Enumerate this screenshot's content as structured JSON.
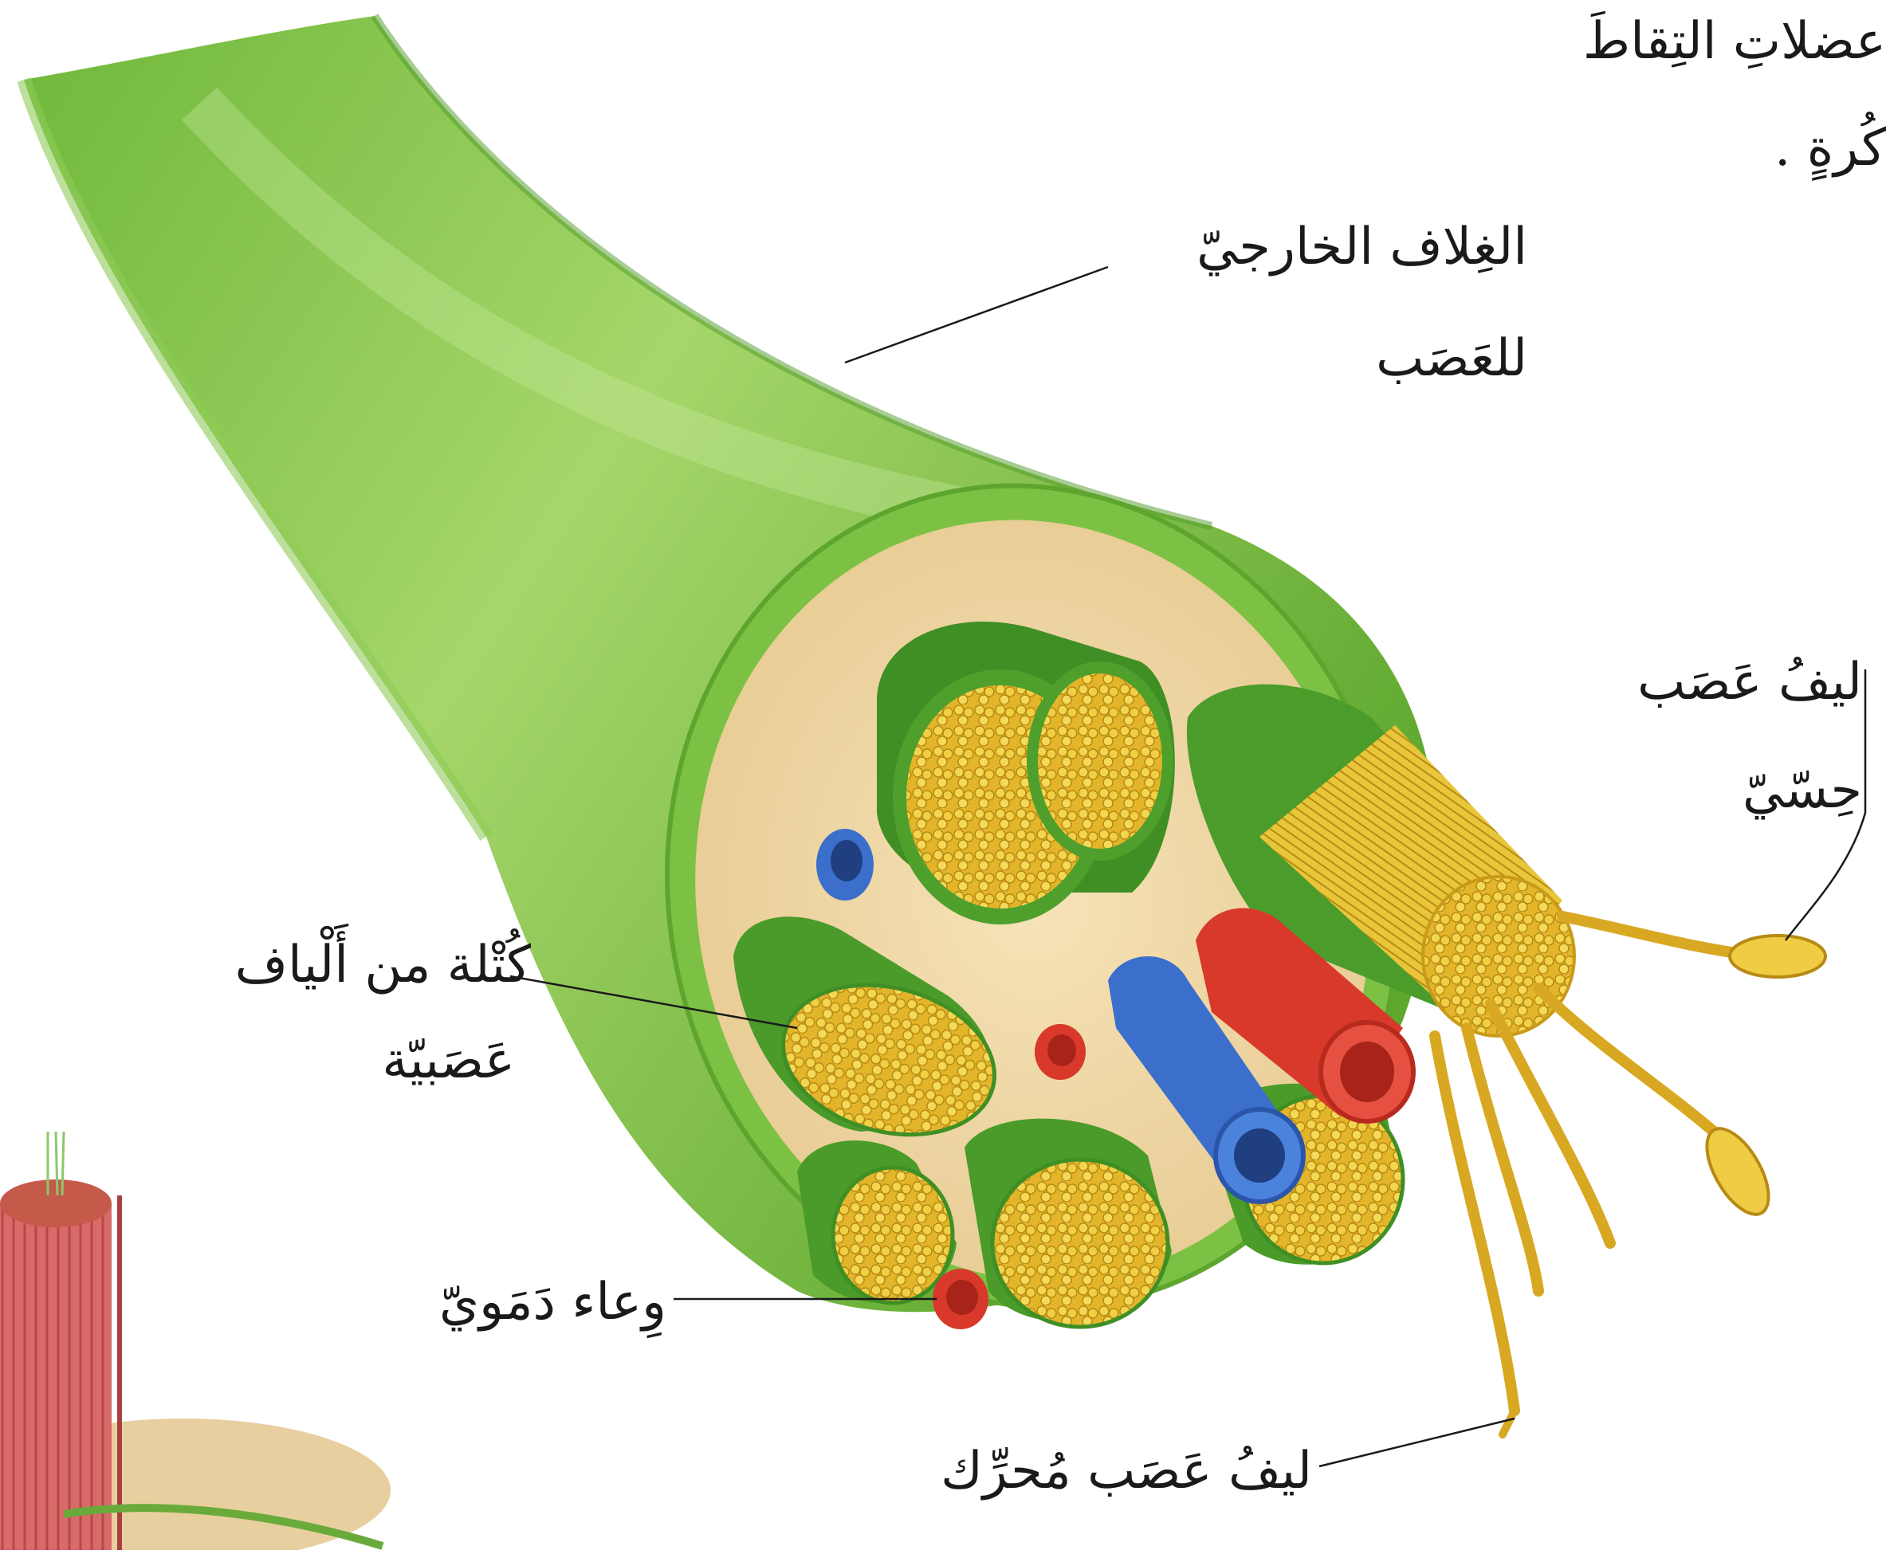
{
  "top_text": {
    "line1": "عضلاتِ التِقاطَ",
    "line2": "كُرةٍ ."
  },
  "labels": {
    "sheath": {
      "line1": "الغِلاف الخارجيّ",
      "line2": "للعَصَب"
    },
    "sensory": {
      "line1": "ليفُ عَصَب",
      "line2": "حِسّيّ"
    },
    "bundle": {
      "line1": "كُتْلة من أَلْياف",
      "line2": "عَصَبيّة"
    },
    "vessel": {
      "line1": "وِعاء دَمَويّ"
    },
    "motor": {
      "line1": "ليفُ عَصَب مُحرِّك"
    }
  },
  "colors": {
    "sheath_green": "#86c54a",
    "sheath_dark": "#4d9a2a",
    "tissue": "#f0d9a8",
    "fiber_yellow": "#e8c030",
    "artery_red": "#e03a2a",
    "vein_blue": "#3a6ec8"
  }
}
